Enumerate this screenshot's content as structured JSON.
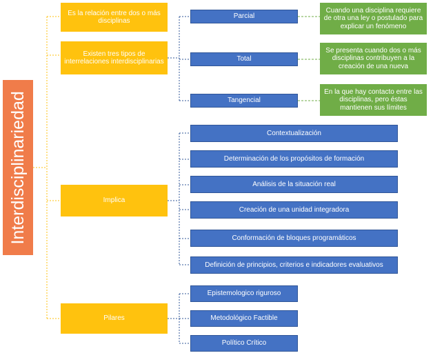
{
  "root": {
    "label": "Interdisciplinariedad"
  },
  "branches": {
    "relacion": "Es la relación entre dos o más disciplinas",
    "tipos": "Existen tres tipos de interrelaciones interdisciplinarias",
    "implica": "Implica",
    "pilares": "Pilares"
  },
  "tipos": [
    {
      "label": "Parcial",
      "description": "Cuando una disciplina requiere de otra una ley o postulado para explicar un fenómeno"
    },
    {
      "label": "Total",
      "description": "Se presenta cuando dos o más disciplinas  contribuyen a la creación de una nueva"
    },
    {
      "label": "Tangencial",
      "description": "En la que hay contacto entre las disciplinas, pero éstas mantienen sus límites"
    }
  ],
  "implica_items": [
    "Contextualización",
    "Determinación de los propósitos de formación",
    "Análisis de la situación real",
    "Creación de una unidad integradora",
    "Conformación de bloques programáticos",
    "Definición de principios, criterios e indicadores evaluativos"
  ],
  "pilares_items": [
    "Epistemologico riguroso",
    "Metodológico Factible",
    "Político Crítico"
  ],
  "colors": {
    "root": "#f07c4a",
    "branch": "#ffc20e",
    "item": "#4472c4",
    "description": "#70ad47"
  }
}
